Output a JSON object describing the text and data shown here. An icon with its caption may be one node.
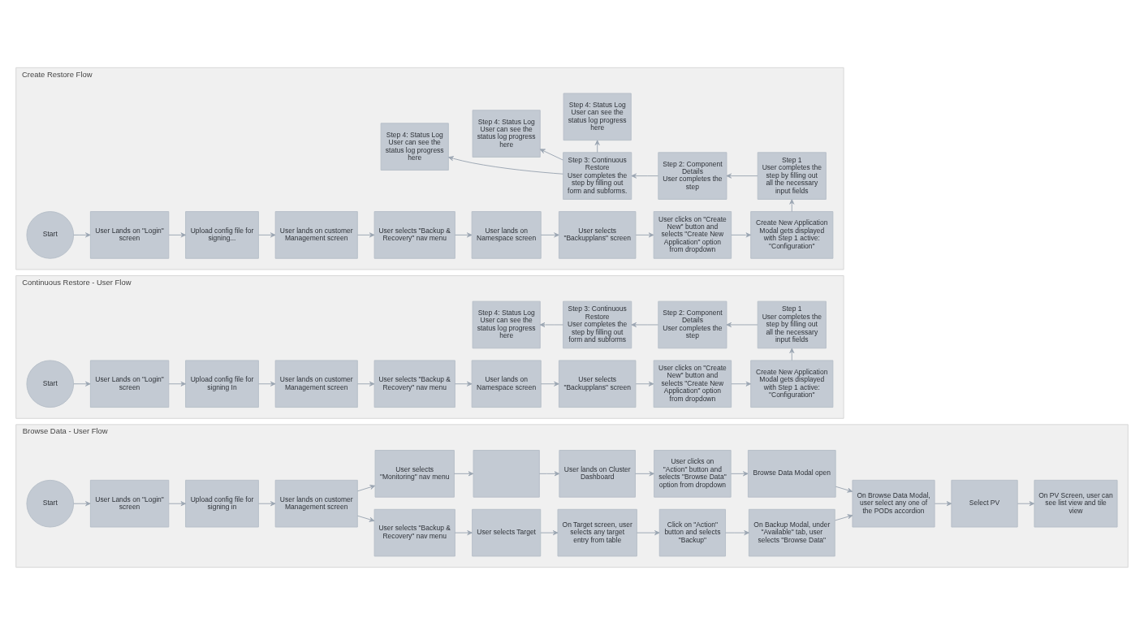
{
  "diagram": {
    "nodes": [
      {
        "text": [
          "Create Restore Flow"
        ]
      },
      {
        "text": [
          "Start"
        ],
        "in": 0
      },
      {
        "text": [
          "User Lands on \"Login\" screen"
        ],
        "in": 0
      },
      {
        "text": [
          "Upload config file for signing..."
        ],
        "in": 0
      },
      {
        "text": [
          "User lands on customer Management screen"
        ],
        "in": 0
      },
      {
        "text": [
          "User selects \"Backup & Recovery\" nav menu"
        ],
        "in": 0
      },
      {
        "text": [
          "User lands on Namespace screen"
        ],
        "in": 0
      },
      {
        "text": [
          "User selects \"Backupplans\" screen"
        ],
        "in": 0
      },
      {
        "text": [
          "User clicks on \"Create New\" button and selects \"Create New Application\" option from dropdown"
        ],
        "in": 0
      },
      {
        "text": [
          "Create New Application Modal gets displayed with Step 1 active: \"Configuration\""
        ],
        "in": 0
      },
      {
        "text": [
          "Step 1",
          "User completes the step by filling out all the necessary input fields"
        ],
        "in": 0
      },
      {
        "text": [
          "Step 2: Component Details",
          "User completes the step"
        ],
        "in": 0
      },
      {
        "text": [
          "Step 3: Continuous Restore",
          "User completes the step by filling out form and subforms."
        ],
        "in": 0
      },
      {
        "text": [
          "Step 4: Status Log",
          "User can see the status log progress here"
        ],
        "in": 0
      },
      {
        "text": [
          "Step 4: Status Log",
          "User can see the status log progress here"
        ],
        "in": 0
      },
      {
        "text": [
          "Step 4: Status Log",
          "User can see the status log progress here"
        ],
        "in": 0
      },
      {
        "text": [
          "Continuous Restore - User Flow"
        ]
      },
      {
        "text": [
          "Start"
        ],
        "in": 16
      },
      {
        "text": [
          "User Lands on \"Login\" screen"
        ],
        "in": 16
      },
      {
        "text": [
          "Upload config file for signing In"
        ],
        "in": 16
      },
      {
        "text": [
          "User lands on customer Management screen"
        ],
        "in": 16
      },
      {
        "text": [
          "User selects \"Backup & Recovery\" nav menu"
        ],
        "in": 16
      },
      {
        "text": [
          "User lands on Namespace screen"
        ],
        "in": 16
      },
      {
        "text": [
          "User selects \"Backupplans\" screen"
        ],
        "in": 16
      },
      {
        "text": [
          "User clicks on \"Create New\" button and selects \"Create New Application\" option from dropdown"
        ],
        "in": 16
      },
      {
        "text": [
          "Create New Application Modal gets displayed with Step 1 active: \"Configuration\""
        ],
        "in": 16
      },
      {
        "text": [
          "Step 1",
          "User completes the step by filling out all the necessary input fields"
        ],
        "in": 16
      },
      {
        "text": [
          "Step 2: Component Details",
          "User completes the step"
        ],
        "in": 16
      },
      {
        "text": [
          "Step 3: Continuous Restore",
          "User completes the step by filling out form and subforms"
        ],
        "in": 16
      },
      {
        "text": [
          "Step 4: Status Log",
          "User can see the status log progress here"
        ],
        "in": 16
      },
      {
        "text": [
          "Browse Data - User Flow"
        ]
      },
      {
        "text": [
          "Start"
        ],
        "in": 30
      },
      {
        "text": [
          "User Lands on \"Login\" screen"
        ],
        "in": 30
      },
      {
        "text": [
          "Upload config file for signing in"
        ],
        "in": 30
      },
      {
        "text": [
          "User lands on customer Management screen"
        ],
        "in": 30
      },
      {
        "text": [
          "User selects \"Monitoring\" nav menu"
        ],
        "in": 30
      },
      {
        "text": [],
        "shape": "box",
        "in": 30
      },
      {
        "text": [
          "User lands on Cluster Dashboard"
        ],
        "in": 30
      },
      {
        "text": [
          "User clicks on \"Action\" button and selects \"Browse Data\" option from dropdown"
        ],
        "in": 30
      },
      {
        "text": [
          "Browse Data Modal open"
        ],
        "in": 30
      },
      {
        "text": [
          "User selects \"Backup & Recovery\" nav menu"
        ],
        "in": 30
      },
      {
        "text": [
          "User selects Target"
        ],
        "in": 30
      },
      {
        "text": [
          "On Target screen, user selects any target entry from table"
        ],
        "in": 30
      },
      {
        "text": [
          "Click on \"Action\" button and selects \"Backup\""
        ],
        "in": 30
      },
      {
        "text": [
          "On Backup Modal, under \"Available\" tab, user selects \"Browse Data\""
        ],
        "in": 30
      },
      {
        "text": [
          "On Browse Data Modal, user select any one of the PODs accordion"
        ],
        "in": 30
      },
      {
        "text": [
          "Select PV"
        ],
        "in": 30
      },
      {
        "text": [
          "On PV Screen, user can see list view and tile view"
        ],
        "in": 30
      }
    ],
    "edges": [
      {
        "from": 1,
        "to": 2,
        "arrow": "to"
      },
      {
        "from": 2,
        "to": 3,
        "arrow": "to"
      },
      {
        "from": 3,
        "to": 4,
        "arrow": "to"
      },
      {
        "from": 4,
        "to": 5,
        "arrow": "to"
      },
      {
        "from": 5,
        "to": 6,
        "arrow": "to"
      },
      {
        "from": 6,
        "to": 7,
        "arrow": "to"
      },
      {
        "from": 7,
        "to": 8,
        "arrow": "to"
      },
      {
        "from": 8,
        "to": 9,
        "arrow": "to"
      },
      {
        "from": 9,
        "to": 10,
        "arrow": "to"
      },
      {
        "from": 10,
        "to": 11,
        "arrow": "to"
      },
      {
        "from": 11,
        "to": 12,
        "arrow": "to"
      },
      {
        "from": 12,
        "to": 13,
        "arrow": "to"
      },
      {
        "from": 12,
        "to": 14,
        "arrow": "to"
      },
      {
        "from": 12,
        "to": 15,
        "arrow": "to"
      },
      {
        "from": 17,
        "to": 18,
        "arrow": "to"
      },
      {
        "from": 18,
        "to": 19,
        "arrow": "to"
      },
      {
        "from": 19,
        "to": 20,
        "arrow": "to"
      },
      {
        "from": 20,
        "to": 21,
        "arrow": "to"
      },
      {
        "from": 21,
        "to": 22,
        "arrow": "to"
      },
      {
        "from": 22,
        "to": 23,
        "arrow": "to"
      },
      {
        "from": 23,
        "to": 24,
        "arrow": "to"
      },
      {
        "from": 24,
        "to": 25,
        "arrow": "to"
      },
      {
        "from": 25,
        "to": 26,
        "arrow": "to"
      },
      {
        "from": 26,
        "to": 27,
        "arrow": "to"
      },
      {
        "from": 27,
        "to": 28,
        "arrow": "to"
      },
      {
        "from": 28,
        "to": 29,
        "arrow": "to"
      },
      {
        "from": 31,
        "to": 32,
        "arrow": "to"
      },
      {
        "from": 32,
        "to": 33,
        "arrow": "to"
      },
      {
        "from": 33,
        "to": 34,
        "arrow": "to"
      },
      {
        "from": 34,
        "to": 35,
        "arrow": "to"
      },
      {
        "from": 34,
        "to": 40,
        "arrow": "to"
      },
      {
        "from": 35,
        "to": 36,
        "arrow": "to"
      },
      {
        "from": 36,
        "to": 37,
        "arrow": "to"
      },
      {
        "from": 37,
        "to": 38,
        "arrow": "to"
      },
      {
        "from": 38,
        "to": 39,
        "arrow": "to"
      },
      {
        "from": 40,
        "to": 41,
        "arrow": "to"
      },
      {
        "from": 41,
        "to": 42,
        "arrow": "to"
      },
      {
        "from": 42,
        "to": 43,
        "arrow": "to"
      },
      {
        "from": 43,
        "to": 44,
        "arrow": "to"
      },
      {
        "from": 39,
        "to": 45,
        "arrow": "to"
      },
      {
        "from": 44,
        "to": 45,
        "arrow": "to"
      },
      {
        "from": 45,
        "to": 46,
        "arrow": "to"
      },
      {
        "from": 46,
        "to": 47,
        "arrow": "to"
      }
    ]
  }
}
